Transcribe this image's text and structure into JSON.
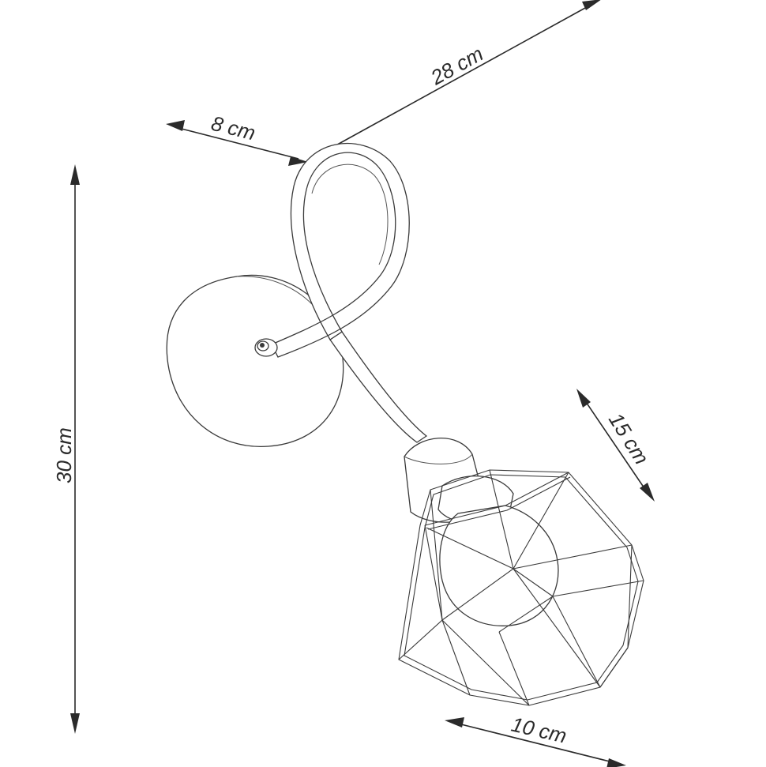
{
  "dimensions": {
    "height": "30 cm",
    "depth": "28 cm",
    "base_width": "8 cm",
    "shade_height": "15 cm",
    "shade_width": "10 cm"
  },
  "colors": {
    "line": "#2a2a2a",
    "background": "#ffffff"
  }
}
